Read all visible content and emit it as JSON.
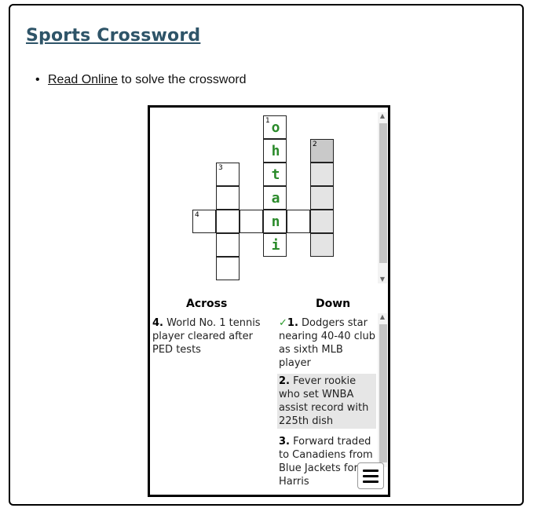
{
  "page": {
    "title": "Sports Crossword",
    "bullet": {
      "link_text": "Read Online",
      "rest_text": " to solve the crossword"
    }
  },
  "grid": {
    "letters": {
      "c4r0": "o",
      "c4r1": "h",
      "c4r2": "t",
      "c4r3": "a",
      "c4r4": "n",
      "c4r5": "i"
    },
    "numbers": {
      "c4r0": "1",
      "c6r1": "2",
      "c2r2": "3",
      "c1r4": "4"
    }
  },
  "clues": {
    "across_heading": "Across",
    "down_heading": "Down",
    "across": [
      {
        "num": "4.",
        "text": " World No. 1 tennis player cleared after PED tests"
      }
    ],
    "down": [
      {
        "check": "✓",
        "num": "1.",
        "text": " Dodgers star nearing 40-40 club as sixth MLB player"
      },
      {
        "check": "",
        "num": "2.",
        "text": " Fever rookie who set WNBA assist record with 225th dish"
      },
      {
        "check": "",
        "num": "3.",
        "text": " Forward traded to Canadiens from Blue Jackets for Harris"
      }
    ]
  },
  "colors": {
    "title": "#2e5468",
    "correct_letter": "#2a8a2a",
    "check": "#2a9a2a",
    "highlight_clue": "#e6e6e6"
  },
  "icons": {
    "menu": "hamburger-menu-icon"
  }
}
